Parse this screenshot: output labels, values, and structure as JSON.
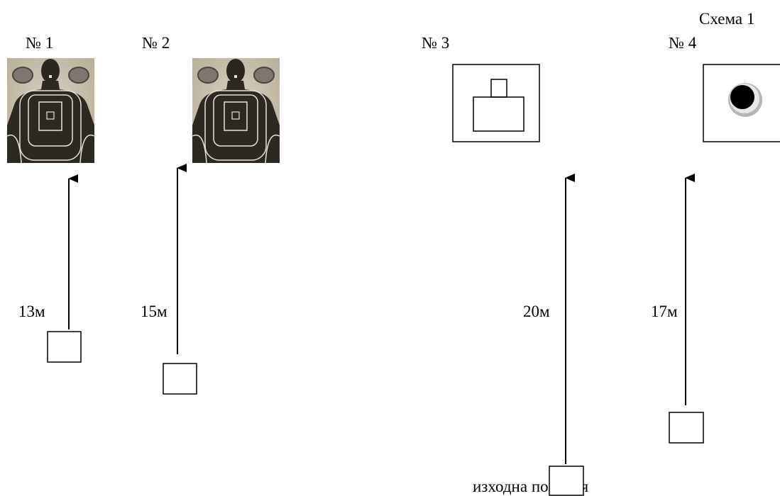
{
  "scheme_title": "Схема 1",
  "targets": [
    {
      "label": "№ 1",
      "type": "silhouette-figure",
      "distance": "13м"
    },
    {
      "label": "№ 2",
      "type": "silhouette-figure",
      "distance": "15м"
    },
    {
      "label": "№ 3",
      "type": "outlined-box-target",
      "distance": "20м"
    },
    {
      "label": "№ 4",
      "type": "round-black-target",
      "distance": "17м"
    }
  ],
  "start_position_label": "изходна позиция",
  "colors": {
    "ink": "#000000",
    "target_background": "#c9bfae",
    "silhouette": "#2b2620",
    "plate": "#8a847c"
  }
}
